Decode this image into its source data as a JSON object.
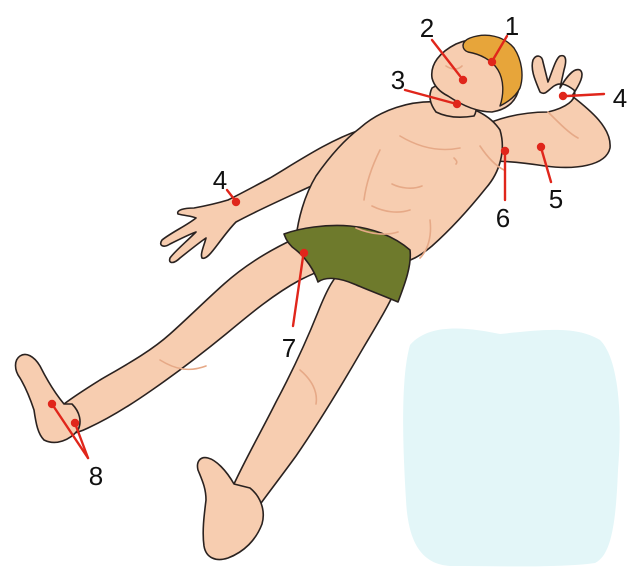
{
  "colors": {
    "skin": "#f7cdb0",
    "skin_shadow": "#e6a987",
    "outline": "#2a2220",
    "hair": "#e7a53a",
    "shorts": "#6e7a2c",
    "marker": "#e0261b",
    "pale_blob": "#e3f6f8"
  },
  "pulse_points": [
    {
      "id": 1,
      "label": "1"
    },
    {
      "id": 2,
      "label": "2"
    },
    {
      "id": 3,
      "label": "3"
    },
    {
      "id": 4,
      "label": "4"
    },
    {
      "id": 5,
      "label": "5"
    },
    {
      "id": 6,
      "label": "6"
    },
    {
      "id": 7,
      "label": "7"
    },
    {
      "id": 8,
      "label": "8"
    }
  ]
}
